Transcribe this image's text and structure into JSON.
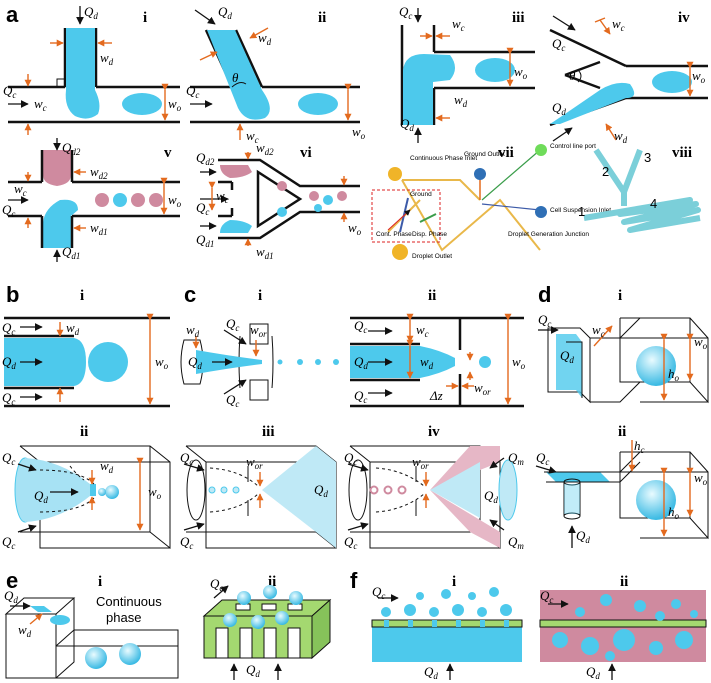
{
  "colors": {
    "dispersed": "#4dc9ec",
    "second_phase": "#cf8a9f",
    "arrow": "#e36a1e",
    "substrate": "#a4d870",
    "wall": "#111111"
  },
  "panels": {
    "a": "a",
    "b": "b",
    "c": "c",
    "d": "d",
    "e": "e",
    "f": "f"
  },
  "sub": {
    "i": "i",
    "ii": "ii",
    "iii": "iii",
    "iv": "iv",
    "v": "v",
    "vi": "vi",
    "vii": "vii",
    "viii": "viii"
  },
  "sym": {
    "Qd": "Q",
    "Qc": "Q",
    "Qm": "Q",
    "wd": "w",
    "wc": "w",
    "wo": "w",
    "wor": "w",
    "ho": "h",
    "hc": "h",
    "theta": "θ",
    "dz": "Δz",
    "Qd1": "Q",
    "Qd2": "Q",
    "wd1": "w",
    "wd2": "w",
    "sub_d": "d",
    "sub_c": "c",
    "sub_o": "o",
    "sub_or": "or",
    "sub_m": "m",
    "sub_d1": "d1",
    "sub_d2": "d2"
  },
  "vii_labels": {
    "cont_inlet": "Continuous Phase Inlet",
    "ground_outlet": "Ground Outlet",
    "control": "Control line port",
    "cell": "Cell Suspension Inlet",
    "junction": "Droplet Generation Junction",
    "outlet": "Droplet Outlet",
    "ground": "Ground",
    "cont_phase": "Cont. Phase",
    "disp_phase": "Disp. Phase"
  },
  "viii_nums": [
    "1",
    "2",
    "3",
    "4"
  ],
  "e_caption": "Continuous phase"
}
